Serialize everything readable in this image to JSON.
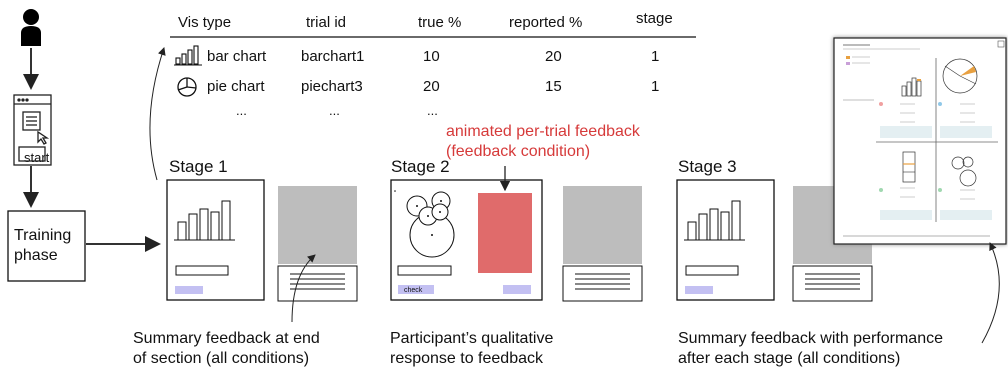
{
  "table": {
    "headers": [
      "Vis type",
      "trial id",
      "true %",
      "reported %",
      "stage"
    ],
    "rows": [
      {
        "vis": "bar chart",
        "id": "barchart1",
        "true": "10",
        "reported": "20",
        "stage": "1"
      },
      {
        "vis": "pie chart",
        "id": "piechart3",
        "true": "20",
        "reported": "15",
        "stage": "1"
      }
    ],
    "ellipsis": "..."
  },
  "flow": {
    "start_label": "start",
    "training_label": "Training\nphase"
  },
  "stages": [
    "Stage 1",
    "Stage 2",
    "Stage 3"
  ],
  "ui": {
    "percent": "%",
    "check_label": "check"
  },
  "annotations": {
    "feedback_title": "animated per-trial feedback\n(feedback condition)",
    "summary_end": "Summary feedback at end\nof section (all conditions)",
    "qualitative": "Participant’s qualitative\nresponse to feedback",
    "summary_perf": "Summary feedback with performance\nafter each stage (all conditions)"
  },
  "colors": {
    "accent_red": "#d63a3a",
    "button_lavender": "#c3c0f2",
    "feedback_red": "#e06b6b",
    "placeholder_gray": "#bdbdbd"
  }
}
